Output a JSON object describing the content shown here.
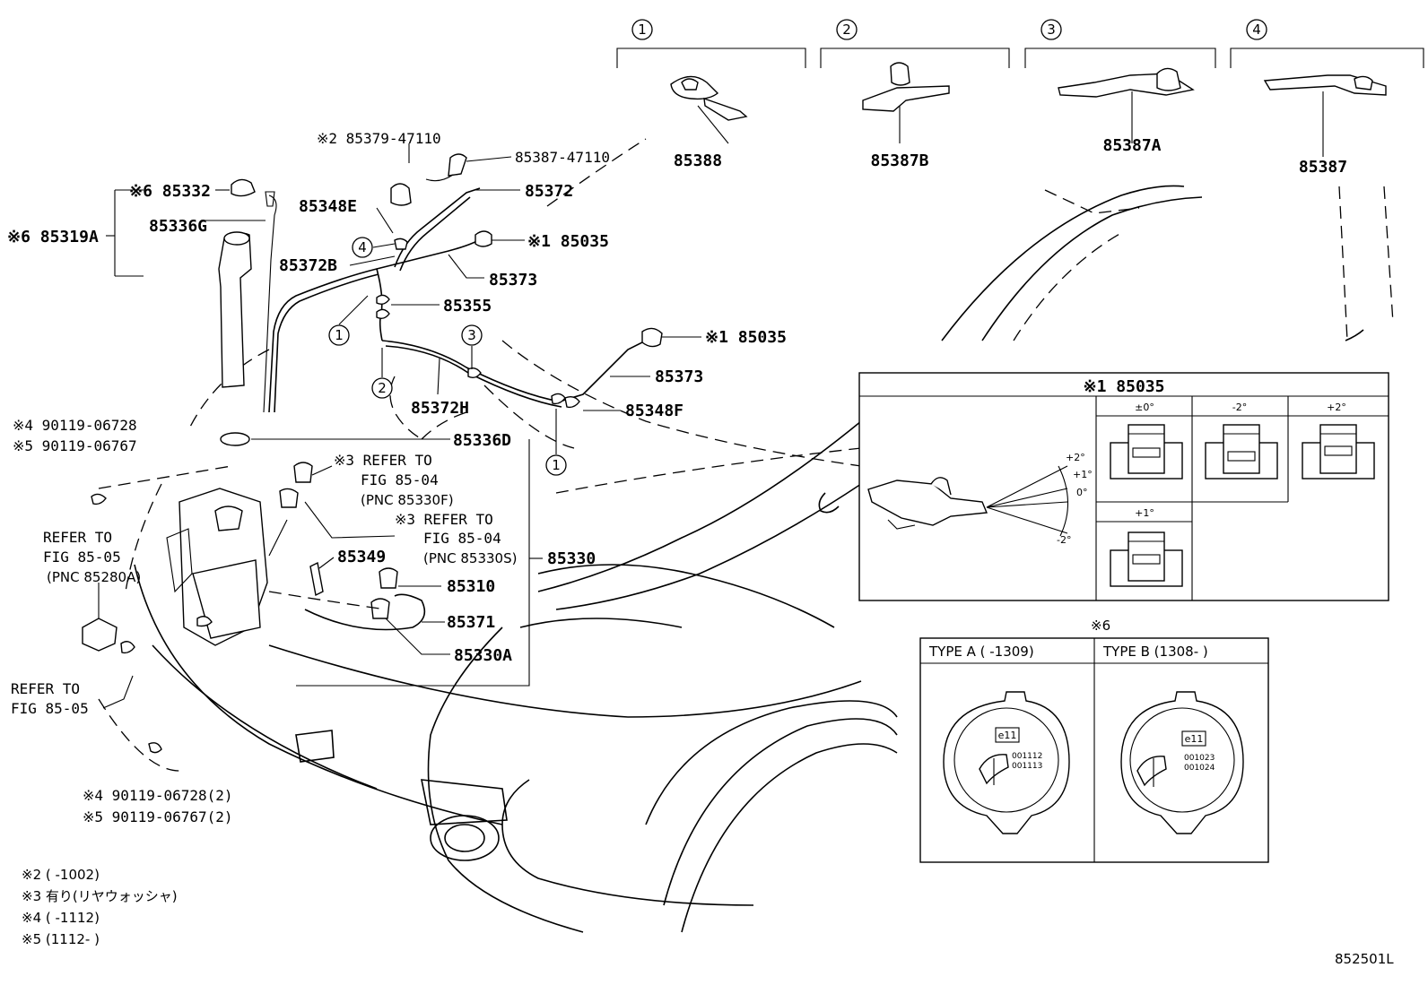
{
  "header_refs": [
    {
      "num": "1",
      "part": "85388"
    },
    {
      "num": "2",
      "part": "85387B"
    },
    {
      "num": "3",
      "part": "85387A"
    },
    {
      "num": "4",
      "part": "85387"
    }
  ],
  "callouts": {
    "p85379": "※2 85379-47110",
    "p85387_47110": "85387-47110",
    "p85332": "※6 85332",
    "p85336g": "85336G",
    "p85319a": "※6 85319A",
    "p85348e": "85348E",
    "p85372": "85372",
    "p85035a": "※1 85035",
    "p85372b": "85372B",
    "p85373a": "85373",
    "p85355": "85355",
    "p85035b": "※1 85035",
    "p85373b": "85373",
    "p85372h": "85372H",
    "p85348f": "85348F",
    "p85336d": "85336D",
    "bolt1a": "※4 90119-06728",
    "bolt1b": "※5 90119-06767",
    "ref3a_1": "※3 REFER TO",
    "ref3a_2": "FIG 85-04",
    "ref3a_3": "(PNC 85330F)",
    "ref3b_1": "※3 REFER TO",
    "ref3b_2": "FIG 85-04",
    "ref3b_3": "(PNC 85330S)",
    "p85330": "85330",
    "p85349": "85349",
    "p85310": "85310",
    "p85371": "85371",
    "p85330a": "85330A",
    "ref_left1_1": "REFER TO",
    "ref_left1_2": "FIG 85-05",
    "ref_left1_3": "(PNC 85280A)",
    "ref_left2_1": "REFER TO",
    "ref_left2_2": "FIG 85-05",
    "bolt2a": "※4 90119-06728(2)",
    "bolt2b": "※5 90119-06767(2)",
    "fig_code": "852501L"
  },
  "notes": [
    "※2 (      -1002)",
    "※3 有り(リヤウォッシャ)",
    "※4 (      -1112)",
    "※5 (1112-      )"
  ],
  "inset_85035": {
    "title": "※1 85035",
    "angles_side": [
      "+2°",
      "+1°",
      "0°",
      "-2°"
    ],
    "panels": [
      "±0°",
      "-2°",
      "+2°",
      "+1°"
    ]
  },
  "inset_cap": {
    "title": "※6",
    "type_a": "TYPE A (      -1309)",
    "type_b": "TYPE B (1308-      )",
    "cap_a": {
      "mark": "e11",
      "code1": "001112",
      "code2": "001113"
    },
    "cap_b": {
      "mark": "e11",
      "code1": "001023",
      "code2": "001024"
    }
  }
}
